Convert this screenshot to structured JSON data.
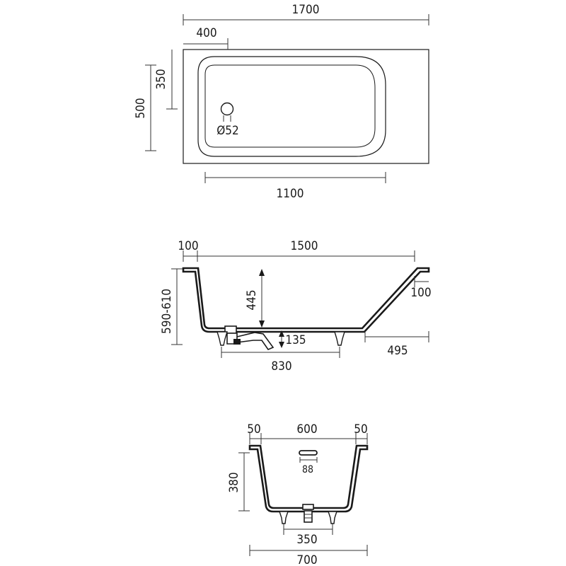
{
  "top_view": {
    "total_length": "1700",
    "drain_offset": "400",
    "inner_half_width": "350",
    "total_width": "500",
    "drain_diameter": "Ø52",
    "inner_length": "1100"
  },
  "side_view": {
    "rim_left": "100",
    "bottom_length": "1500",
    "rim_right": "100",
    "total_height": "590-610",
    "inner_depth": "445",
    "drain_height": "135",
    "feet_spacing": "830",
    "slope_projection": "495"
  },
  "end_view": {
    "rim_left": "50",
    "inner_width": "600",
    "rim_right": "50",
    "overflow_width": "88",
    "depth": "380",
    "feet_spacing": "350",
    "total_width": "700"
  }
}
